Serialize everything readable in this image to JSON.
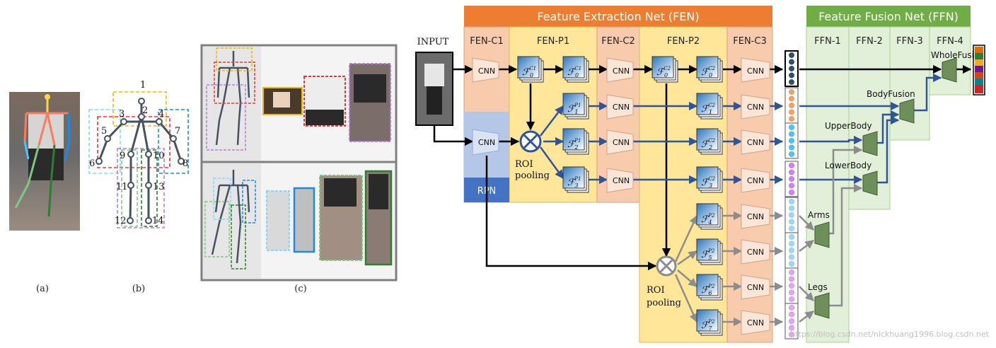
{
  "panels": {
    "a": {
      "label": "(a)"
    },
    "b": {
      "label": "(b)",
      "keypoints": [
        "1",
        "2",
        "3",
        "4",
        "5",
        "6",
        "7",
        "8",
        "9",
        "10",
        "11",
        "12",
        "13",
        "14"
      ]
    },
    "c": {
      "label": "(c)"
    }
  },
  "network": {
    "input_label": "INPUT",
    "fen_title": "Feature Extraction Net (FEN)",
    "ffn_title": "Feature Fusion Net (FFN)",
    "columns": [
      "FEN-C1",
      "FEN-P1",
      "FEN-C2",
      "FEN-P2",
      "FEN-C3"
    ],
    "ffn_columns": [
      "FFN-1",
      "FFN-2",
      "FFN-3",
      "FFN-4"
    ],
    "cnn_label": "CNN",
    "rpn_label": "RPN",
    "roi_pool_1": "ROI",
    "roi_pool_2": "pooling",
    "features": {
      "fc1_0": "0",
      "fc1_0_sup": "C1",
      "fc1_0b": "0",
      "fc1_0b_sup": "C1",
      "fp1_1": "1",
      "fp1_1_sup": "P1",
      "fp1_2": "2",
      "fp1_2_sup": "P1",
      "fp1_3": "3",
      "fp1_3_sup": "P1",
      "fc2_0": "0",
      "fc2_0_sup": "C2",
      "fc2_0b": "0",
      "fc2_0b_sup": "C2",
      "fc2_1": "1",
      "fc2_1_sup": "C2",
      "fc2_2": "2",
      "fc2_2_sup": "C2",
      "fc2_3": "3",
      "fc2_3_sup": "C2",
      "fp2_4": "4",
      "fp2_4_sup": "P2",
      "fp2_5": "5",
      "fp2_5_sup": "P2",
      "fp2_6": "6",
      "fp2_6_sup": "P2",
      "fp2_7": "7",
      "fp2_7_sup": "P2"
    },
    "fusion": {
      "whole": "WholeFusion",
      "body": "BodyFusion",
      "upper": "UpperBody",
      "lower": "LowerBody",
      "arms": "Arms",
      "legs": "Legs"
    },
    "watermark": "https://blog.csdn.net/nickhuang1996.blog.csdn.net"
  },
  "colors": {
    "fen_header": "#ed7d31",
    "ffn_header": "#70ad47",
    "fen_c_bg": "#f8cbad",
    "fen_p_bg": "#ffe699",
    "ffn_bg": "#e2f0d9",
    "rpn": "#4472c4",
    "cnn_region": "#b4c7e7",
    "arrow_black": "#000000",
    "arrow_blue": "#2f5597",
    "arrow_gray": "#8c8c8c",
    "fusion_block": "#6f8f5a"
  }
}
